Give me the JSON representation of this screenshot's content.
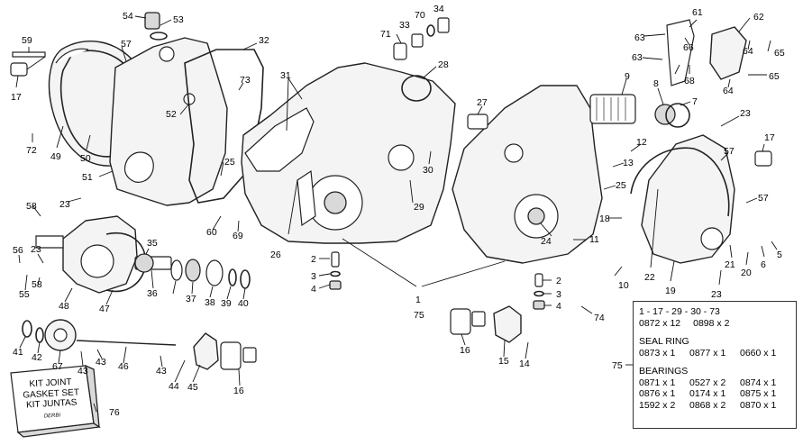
{
  "parts": [
    "1",
    "2",
    "3",
    "4",
    "5",
    "6",
    "7",
    "8",
    "9",
    "10",
    "11",
    "12",
    "13",
    "14",
    "15",
    "16",
    "17",
    "18",
    "19",
    "20",
    "21",
    "22",
    "23",
    "24",
    "25",
    "26",
    "27",
    "28",
    "29",
    "30",
    "31",
    "32",
    "33",
    "34",
    "35",
    "36",
    "37",
    "38",
    "39",
    "40",
    "41",
    "42",
    "43",
    "44",
    "45",
    "46",
    "47",
    "48",
    "49",
    "50",
    "51",
    "52",
    "53",
    "54",
    "55",
    "56",
    "57",
    "58",
    "59",
    "60",
    "61",
    "62",
    "63",
    "64",
    "65",
    "66",
    "67",
    "68",
    "69",
    "70",
    "71",
    "72",
    "73",
    "74",
    "75",
    "76"
  ],
  "legend": {
    "line1": "1 - 17 - 29 - 30 - 73",
    "line1_items": [
      "0872 x 12",
      "0898 x 2"
    ],
    "seal_title": "SEAL RING",
    "seal_items": [
      "0873 x 1",
      "0877 x 1",
      "0660 x 1"
    ],
    "bearings_title": "BEARINGS",
    "bearings_rows": [
      [
        "0871 x 1",
        "0527 x 2",
        "0874 x 1"
      ],
      [
        "0876 x 1",
        "0174 x 1",
        "0875 x 1"
      ],
      [
        "1592 x 2",
        "0868 x 2",
        "0870 x 1"
      ]
    ]
  },
  "kit": {
    "line1": "KIT JOINT",
    "line2": "GASKET SET",
    "line3": "KIT JUNTAS",
    "brand": "DERBI"
  }
}
